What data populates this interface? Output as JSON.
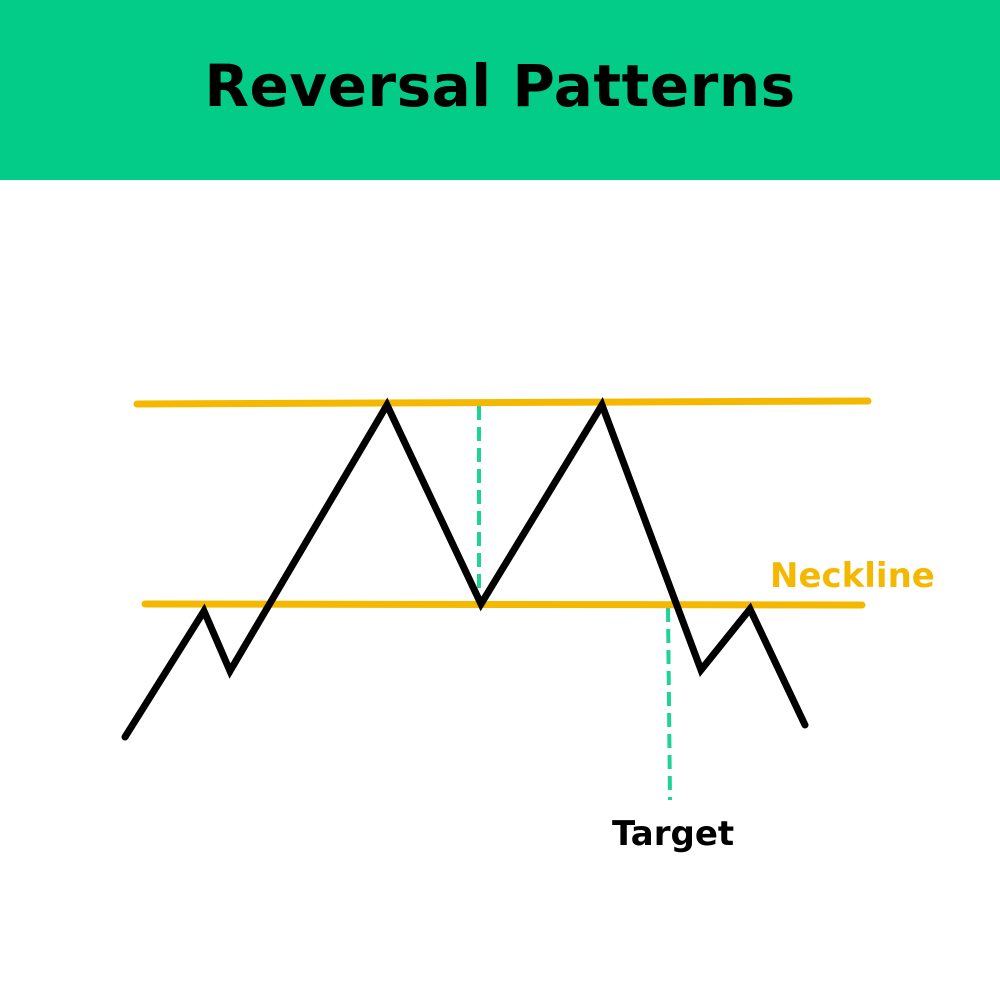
{
  "header": {
    "title": "Reversal Patterns",
    "background_color": "#03CC88"
  },
  "diagram": {
    "pattern": "double-top",
    "neckline_label": "Neckline",
    "target_label": "Target",
    "colors": {
      "level_lines": "#F5B800",
      "price_line": "#000000",
      "measure_lines": "#1FD394",
      "neckline_text": "#F5B800",
      "target_text": "#000000"
    }
  }
}
